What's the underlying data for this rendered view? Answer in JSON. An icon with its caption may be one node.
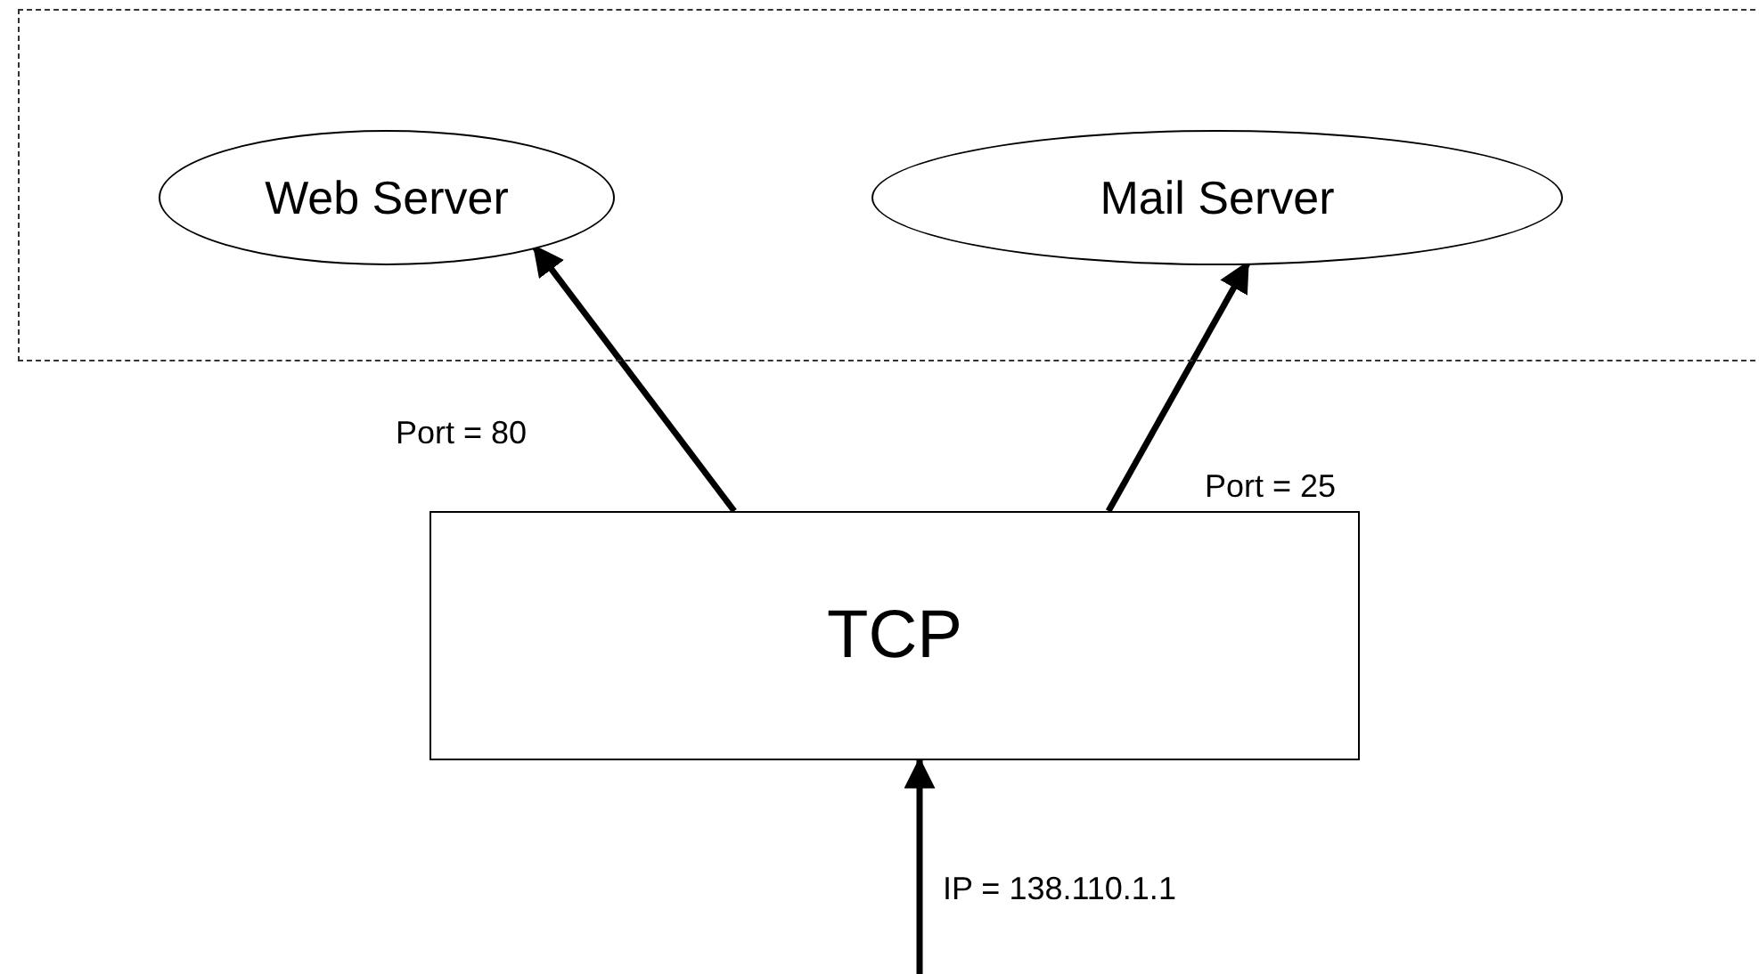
{
  "diagram": {
    "nodes": [
      {
        "text": [],
        "shape": "box"
      },
      {
        "text": [
          "Web Server"
        ],
        "in": 0
      },
      {
        "text": [
          "Mail Server"
        ],
        "in": 0
      },
      {
        "text": [
          "TCP"
        ]
      }
    ],
    "edges": [
      {
        "from": 3,
        "to": 1,
        "arrow": "to",
        "label": "Port = 80"
      },
      {
        "from": 3,
        "to": 2,
        "arrow": "to",
        "label": "Port = 25"
      },
      {
        "from": null,
        "to": 3,
        "arrow": "to",
        "label": "IP = 138.110.1.1"
      }
    ]
  }
}
